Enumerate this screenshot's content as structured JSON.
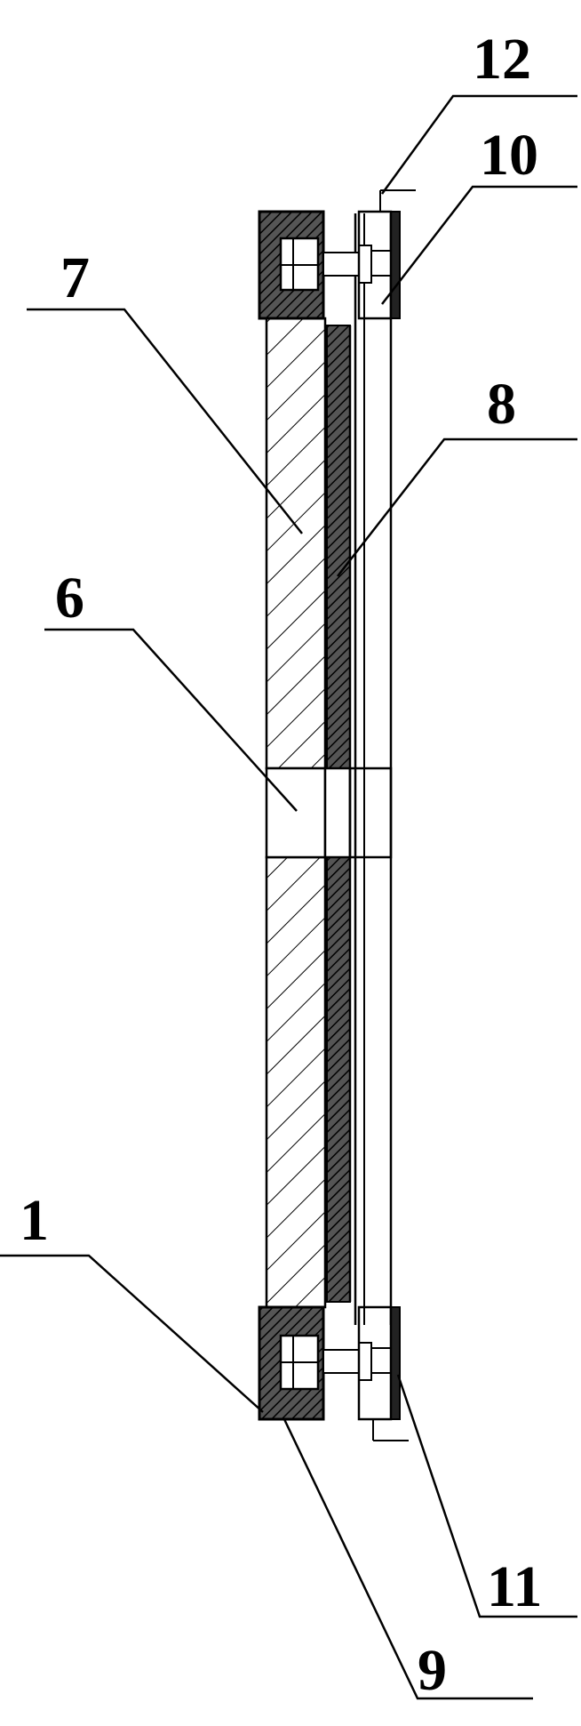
{
  "labels": {
    "l1": "1",
    "l6": "6",
    "l7": "7",
    "l8": "8",
    "l9": "9",
    "l10": "10",
    "l11": "11",
    "l12": "12"
  },
  "colors": {
    "line": "#000000",
    "background": "#ffffff",
    "dark_fill": "#2a2a2a"
  }
}
